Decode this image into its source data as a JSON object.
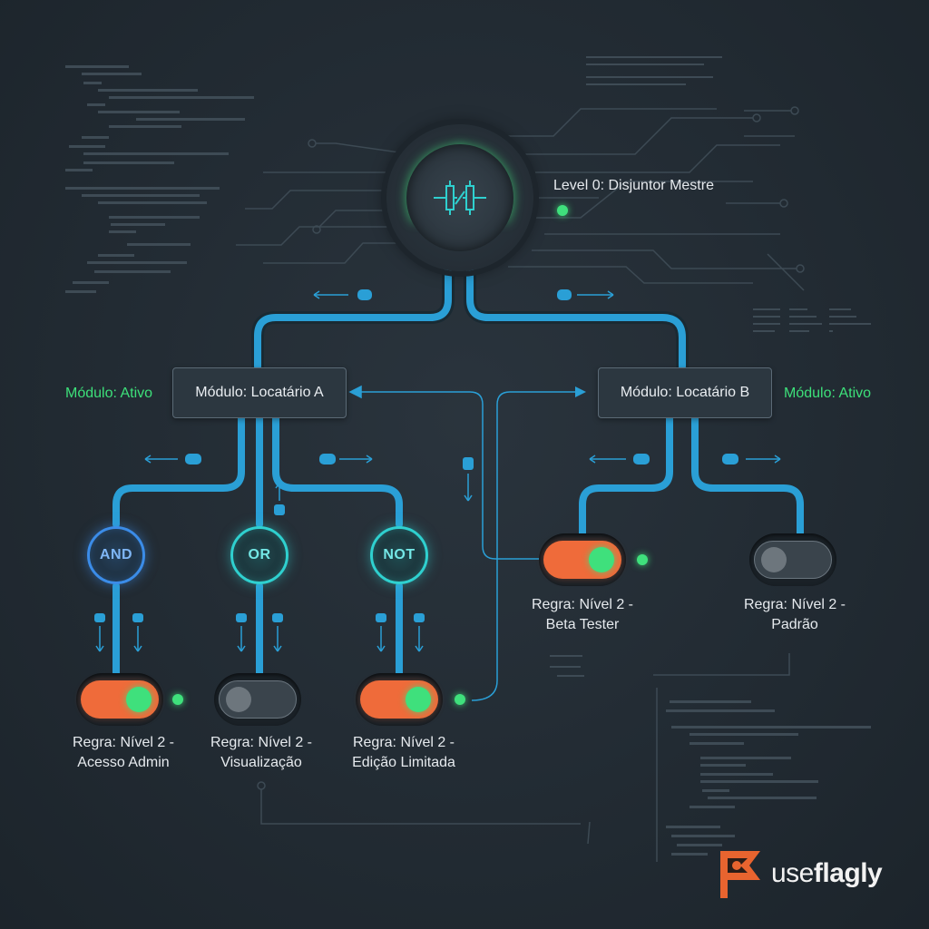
{
  "master": {
    "label": "Level 0: Disjuntor Mestre",
    "icon": "circuit-breaker-icon",
    "status_color": "#3fe07c"
  },
  "modules": [
    {
      "name": "Módulo: Locatário A",
      "status": "Módulo: Ativo"
    },
    {
      "name": "Módulo: Locatário B",
      "status": "Módulo: Ativo"
    }
  ],
  "gates": [
    "AND",
    "OR",
    "NOT"
  ],
  "rules": [
    {
      "line1": "Regra: Nível 2 -",
      "line2": "Acesso Admin",
      "enabled": true
    },
    {
      "line1": "Regra: Nível 2 -",
      "line2": "Visualização",
      "enabled": false
    },
    {
      "line1": "Regra: Nível 2 -",
      "line2": "Edição Limitada",
      "enabled": true
    },
    {
      "line1": "Regra: Nível 2 -",
      "line2": "Beta Tester",
      "enabled": true
    },
    {
      "line1": "Regra: Nível 2 -",
      "line2": "Padrão",
      "enabled": false
    }
  ],
  "brand": {
    "prefix": "use",
    "bold": "flagly",
    "logo": "flag-logo-icon"
  },
  "colors": {
    "background": "#222b33",
    "wire": "#2a9fd6",
    "toggle_on": "#ef6b3a",
    "active_green": "#3de07a"
  }
}
